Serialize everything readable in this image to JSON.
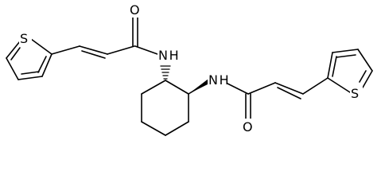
{
  "molecule": {
    "atoms": {
      "s_left": "S",
      "o_left": "O",
      "nh_left": "N H",
      "nh_right": "N H",
      "o_right": "O",
      "s_right": "S"
    }
  }
}
